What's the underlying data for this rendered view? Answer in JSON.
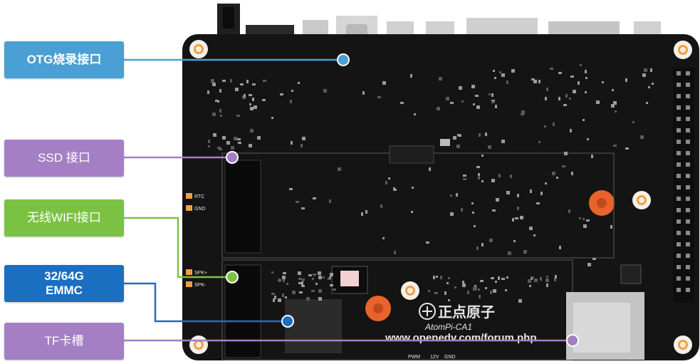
{
  "labels": {
    "otg": "OTG烧录接口",
    "ssd": "SSD 接口",
    "wifi": "无线WIFI接口",
    "emmc_line1": "32/64G",
    "emmc_line2": "EMMC",
    "tf": "TF卡槽"
  },
  "board_text": {
    "brand": "正点原子",
    "model": "AtomPi-CA1",
    "url": "www.openedv.com/forum.php",
    "rtc": "RTC",
    "gnd": "GND",
    "spk_plus": "SPK+",
    "spk_minus": "SPK-",
    "pwm": "PWM",
    "v12": "12V",
    "gnd2": "GND"
  },
  "colors": {
    "otg": "#4a9fd4",
    "ssd": "#a47fc4",
    "wifi": "#7cc242",
    "emmc": "#1a6fc0",
    "tf": "#a47fc4",
    "board": "#151515",
    "pad": "#f0a040"
  }
}
